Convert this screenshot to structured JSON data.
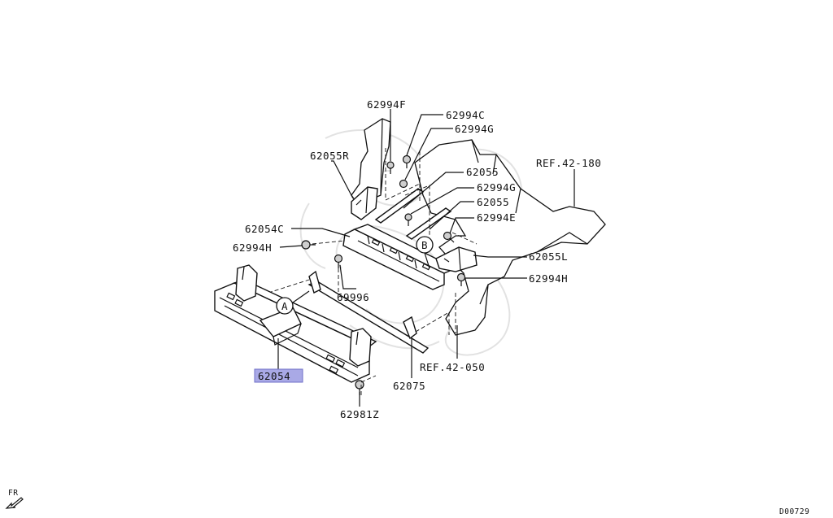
{
  "diagram": {
    "labels": {
      "p62994F": "62994F",
      "p62994C": "62994C",
      "p62994G_top": "62994G",
      "p62055R": "62055R",
      "p62055_1": "62055",
      "p62994G_mid": "62994G",
      "p62055_2": "62055",
      "p62994E": "62994E",
      "ref_42_180": "REF.42-180",
      "p62054C": "62054C",
      "p62994H_left": "62994H",
      "p62055L": "62055L",
      "p62994H_right": "62994H",
      "p69996": "69996",
      "p62054": "62054",
      "p62075": "62075",
      "ref_42_050": "REF.42-050",
      "p62981Z": "62981Z",
      "callout_a": "A",
      "callout_b": "B",
      "direction": "FR",
      "figure_code": "D00729"
    },
    "highlighted_part": "62054",
    "highlight_color": "#a9a9e6"
  }
}
